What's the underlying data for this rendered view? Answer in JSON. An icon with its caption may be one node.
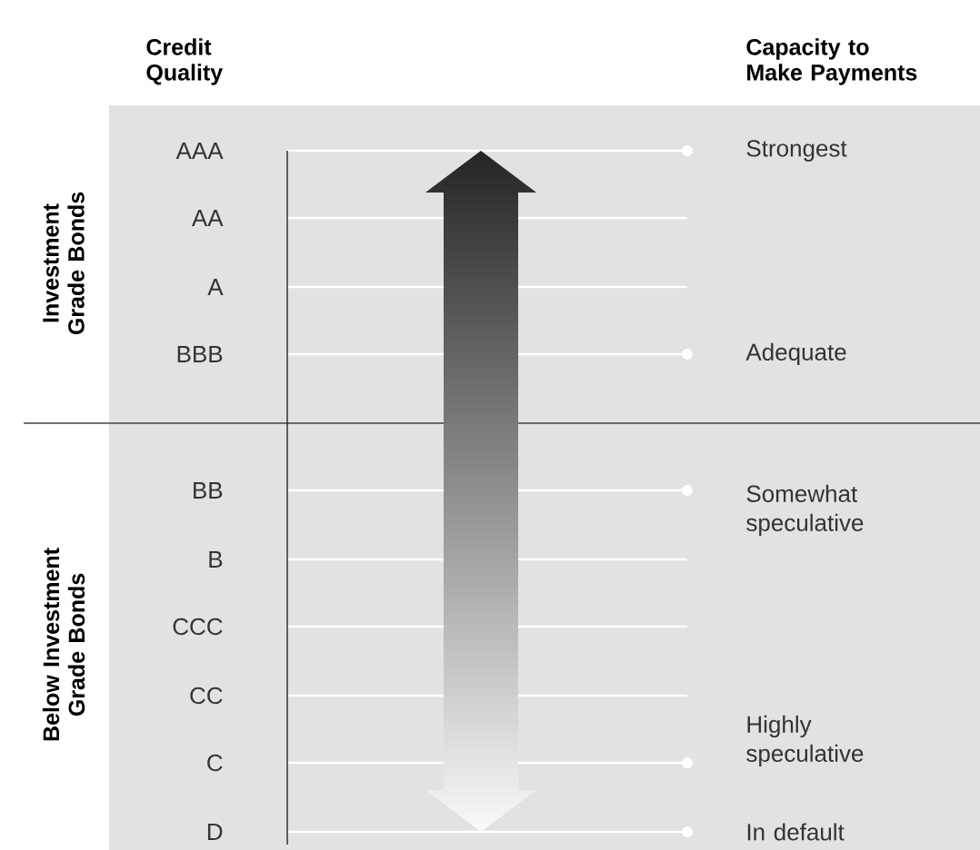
{
  "diagram": {
    "labels": [
      "Credit Quality",
      "Capacity to Make Payments",
      "AAA",
      "Strongest",
      "Investment Grade Bonds",
      "AA",
      "A",
      "BBB",
      "Adequate",
      "BB",
      "Somewhat speculative",
      "Below Investment Grade Bonds",
      "B",
      "CCC",
      "CC",
      "Highly speculative",
      "C",
      "D",
      "In default"
    ]
  }
}
